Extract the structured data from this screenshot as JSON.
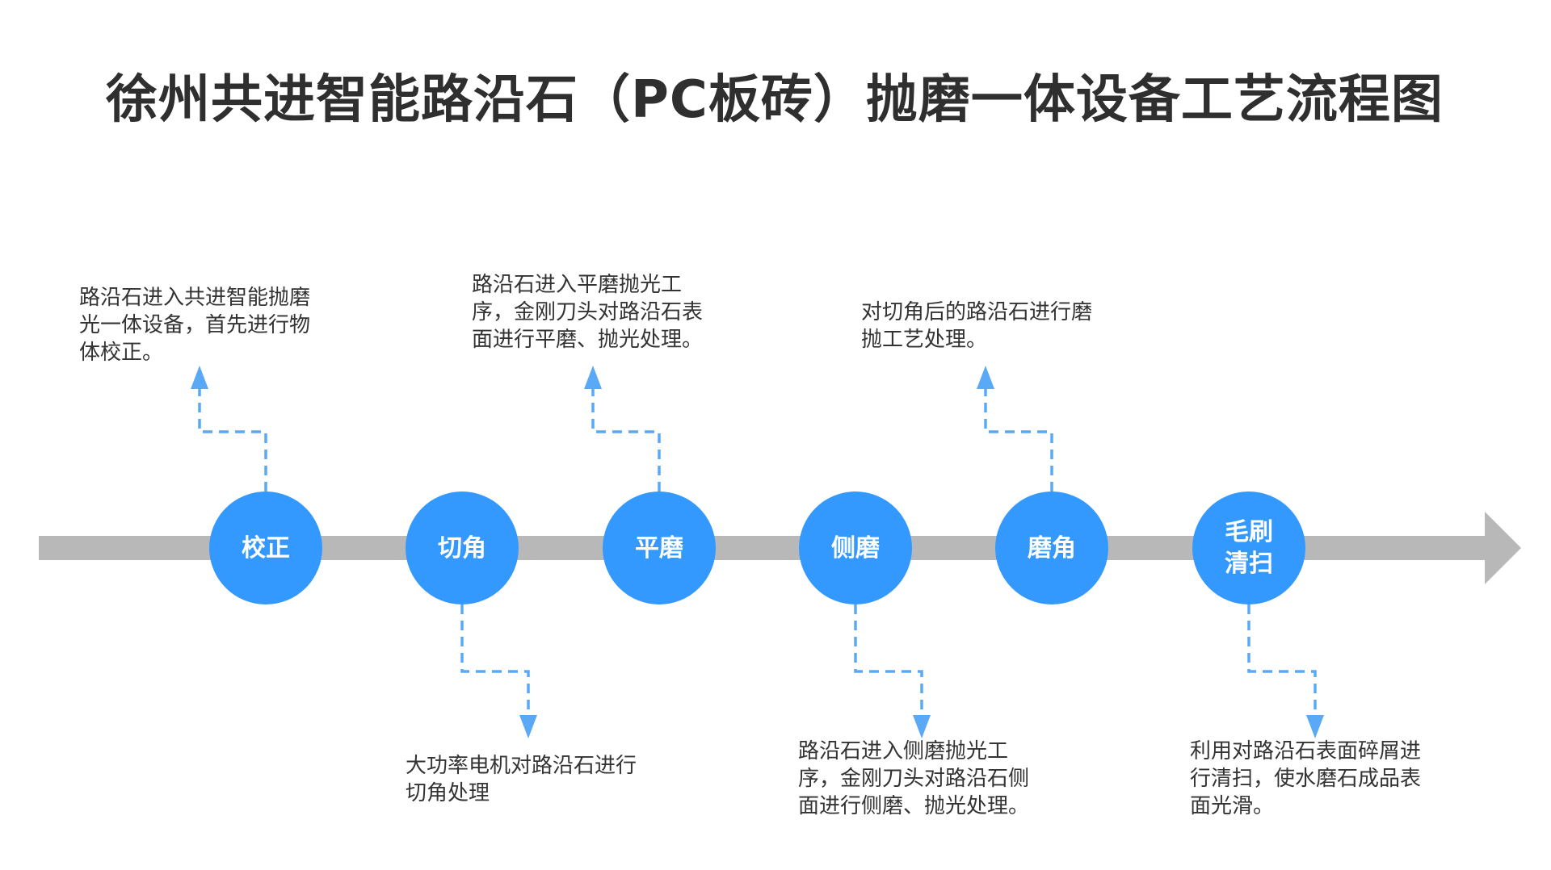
{
  "title": "徐州共进智能路沿石（PC板砖）抛磨一体设备工艺流程图",
  "colors": {
    "node": "#3399ff",
    "connector": "#5aa9f7",
    "timeline": "#b8b8b8",
    "title": "#2f2f2f",
    "text": "#333333"
  },
  "steps": [
    {
      "label": "校正",
      "description": "路沿石进入共进智能抛磨光一体设备，首先进行物体校正。",
      "position": "above"
    },
    {
      "label": "切角",
      "description": "大功率电机对路沿石进行切角处理",
      "position": "below"
    },
    {
      "label": "平磨",
      "description": "路沿石进入平磨抛光工序，金刚刀头对路沿石表面进行平磨、抛光处理。",
      "position": "above"
    },
    {
      "label": "侧磨",
      "description": "路沿石进入侧磨抛光工序，金刚刀头对路沿石侧面进行侧磨、抛光处理。",
      "position": "below"
    },
    {
      "label": "磨角",
      "description": "对切角后的路沿石进行磨抛工艺处理。",
      "position": "above"
    },
    {
      "label": "毛刷\n清扫",
      "description": "利用对路沿石表面碎屑进行清扫，使水磨石成品表面光滑。",
      "position": "below"
    }
  ]
}
